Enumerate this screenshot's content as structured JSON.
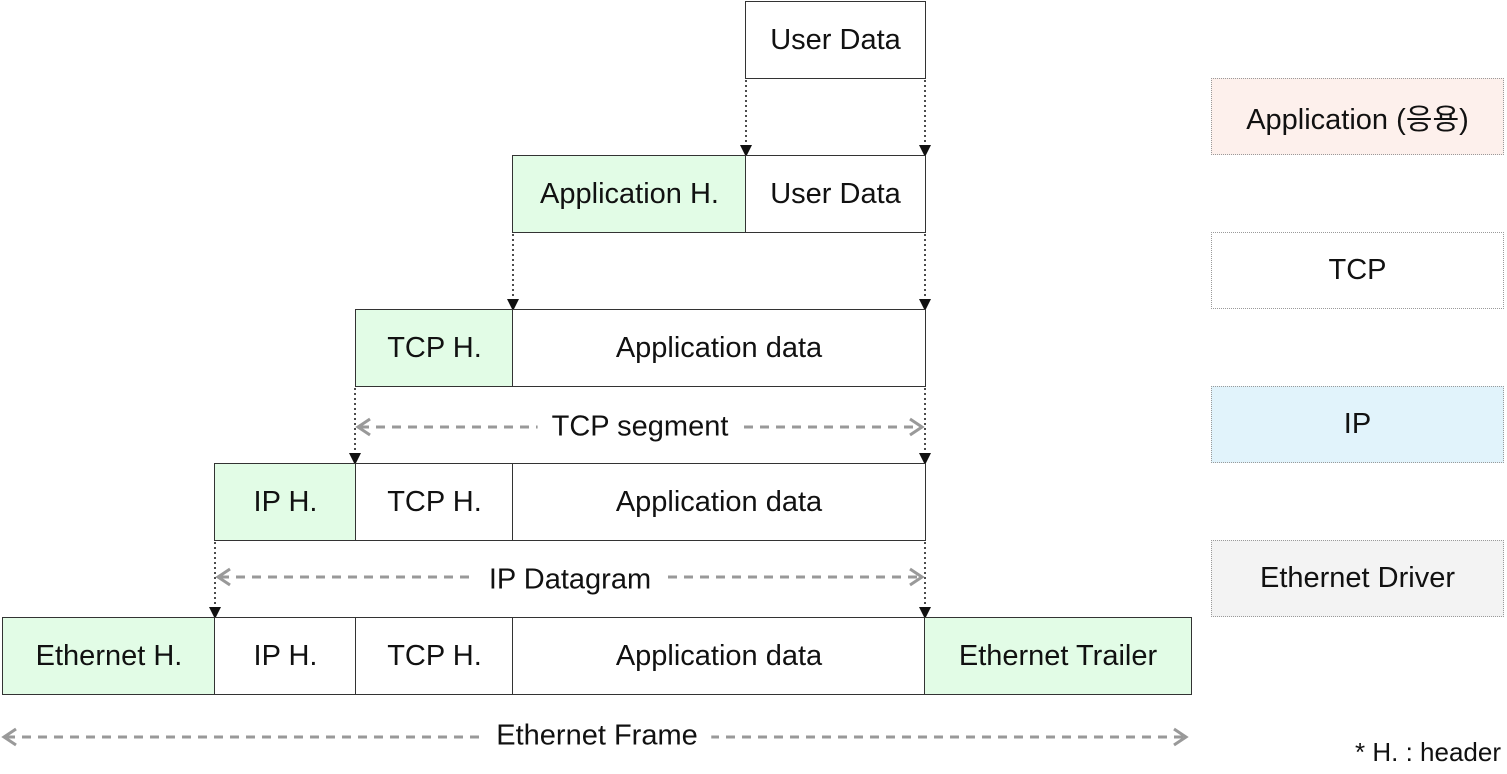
{
  "rows": [
    {
      "cells": [
        {
          "text": "User Data",
          "header": false
        }
      ]
    },
    {
      "cells": [
        {
          "text": "Application H.",
          "header": true
        },
        {
          "text": "User Data",
          "header": false
        }
      ]
    },
    {
      "cells": [
        {
          "text": "TCP H.",
          "header": true
        },
        {
          "text": "Application data",
          "header": false
        }
      ]
    },
    {
      "cells": [
        {
          "text": "IP H.",
          "header": true
        },
        {
          "text": "TCP H.",
          "header": false
        },
        {
          "text": "Application data",
          "header": false
        }
      ]
    },
    {
      "cells": [
        {
          "text": "Ethernet H.",
          "header": true
        },
        {
          "text": "IP H.",
          "header": false
        },
        {
          "text": "TCP H.",
          "header": false
        },
        {
          "text": "Application data",
          "header": false
        },
        {
          "text": "Ethernet Trailer",
          "header": true
        }
      ]
    }
  ],
  "spans": {
    "tcp_segment": "TCP segment",
    "ip_datagram": "IP Datagram",
    "ethernet_frame": "Ethernet Frame"
  },
  "layers": [
    {
      "label": "Application (응용)",
      "color": "#fdf0ec"
    },
    {
      "label": "TCP",
      "color": "#ffffff"
    },
    {
      "label": "IP",
      "color": "#e1f3fb"
    },
    {
      "label": "Ethernet Driver",
      "color": "#f3f3f3"
    }
  ],
  "footnote": "* H. : header",
  "colors": {
    "header_fill": "#e2fce6",
    "box_border": "#333333",
    "span_arrow": "#999999",
    "drop_line": "#111111"
  }
}
